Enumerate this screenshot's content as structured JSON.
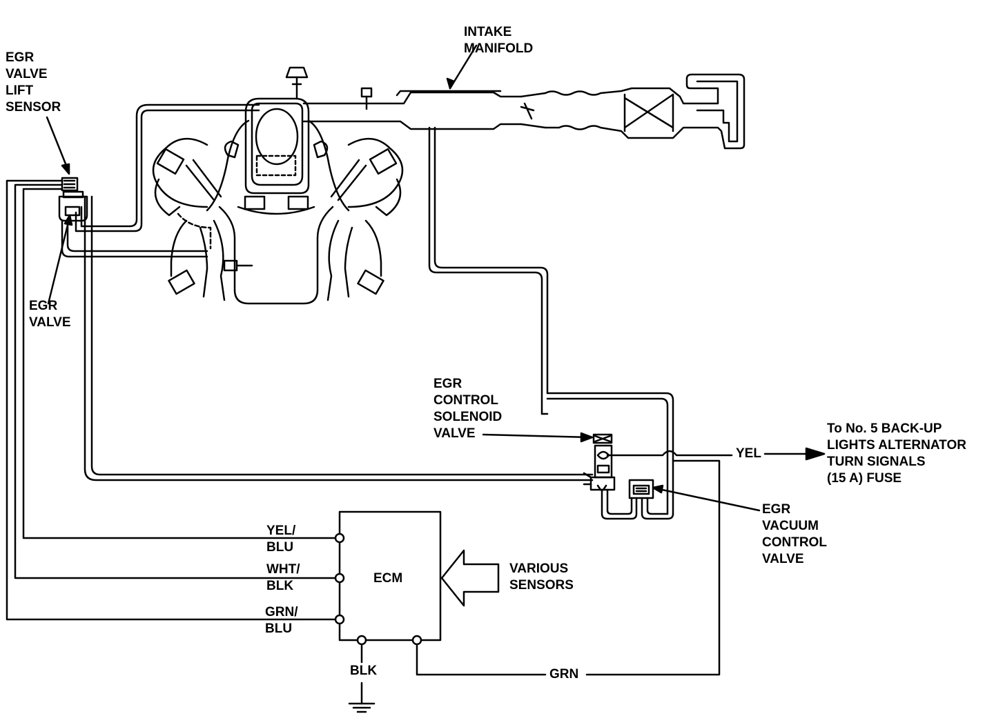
{
  "labels": {
    "egr_valve_lift_sensor": [
      "EGR",
      "VALVE",
      "LIFT",
      "SENSOR"
    ],
    "intake_manifold": [
      "INTAKE",
      "MANIFOLD"
    ],
    "egr_valve": [
      "EGR",
      "VALVE"
    ],
    "egr_control_solenoid_valve": [
      "EGR",
      "CONTROL",
      "SOLENOID",
      "VALVE"
    ],
    "fuse_destination": [
      "To No. 5 BACK-UP",
      "LIGHTS ALTERNATOR",
      "TURN SIGNALS",
      "(15 A) FUSE"
    ],
    "egr_vacuum_control_valve": [
      "EGR",
      "VACUUM",
      "CONTROL",
      "VALVE"
    ],
    "various_sensors": [
      "VARIOUS",
      "SENSORS"
    ],
    "ecm": "ECM"
  },
  "wires": {
    "yel": "YEL",
    "yel_blu": [
      "YEL/",
      "BLU"
    ],
    "wht_blk": [
      "WHT/",
      "BLK"
    ],
    "grn_blu": [
      "GRN/",
      "BLU"
    ],
    "blk": "BLK",
    "grn": "GRN"
  },
  "colors": {
    "ink": "#000000",
    "background": "#ffffff"
  }
}
